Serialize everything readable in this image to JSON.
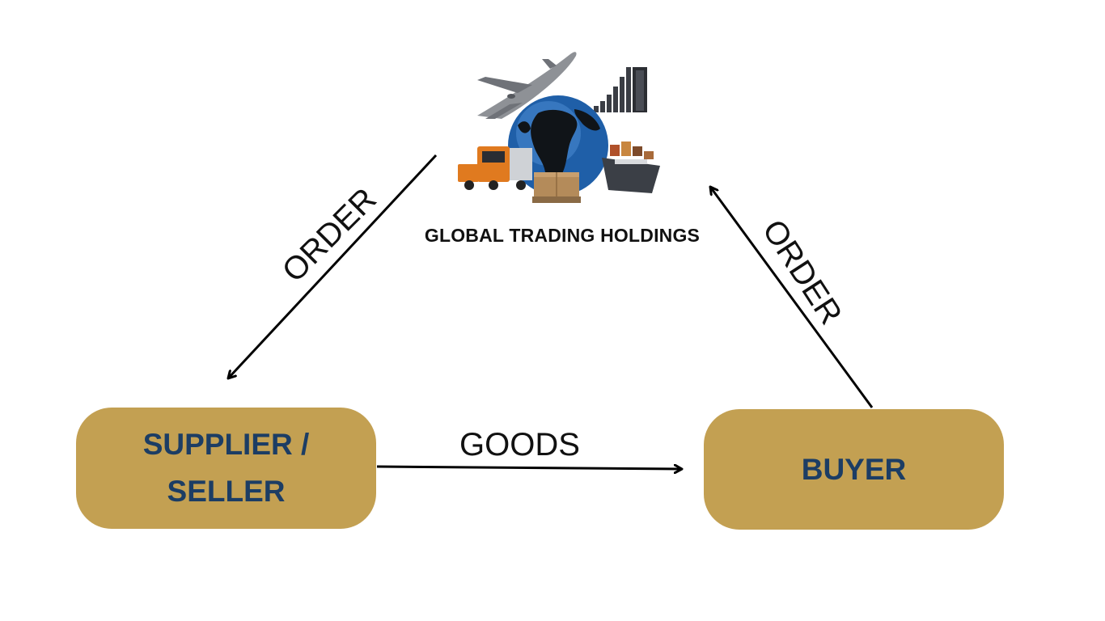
{
  "logo": {
    "title": "GLOBAL TRADING HOLDINGS",
    "icons": [
      "airplane-icon",
      "globe-icon",
      "truck-icon",
      "cargo-ship-icon",
      "boxes-icon",
      "bar-chart-icon"
    ]
  },
  "nodes": {
    "supplier": {
      "line1": "SUPPLIER /",
      "line2": "SELLER"
    },
    "buyer": {
      "label": "BUYER"
    }
  },
  "edges": {
    "holdings_to_supplier": "ORDER",
    "buyer_to_holdings": "ORDER",
    "supplier_to_buyer": "GOODS"
  },
  "colors": {
    "node_fill": "#c3a052",
    "node_text": "#1c3d64",
    "arrow": "#000000",
    "globe_ocean": "#1f5fa8",
    "truck": "#e07a1f"
  }
}
